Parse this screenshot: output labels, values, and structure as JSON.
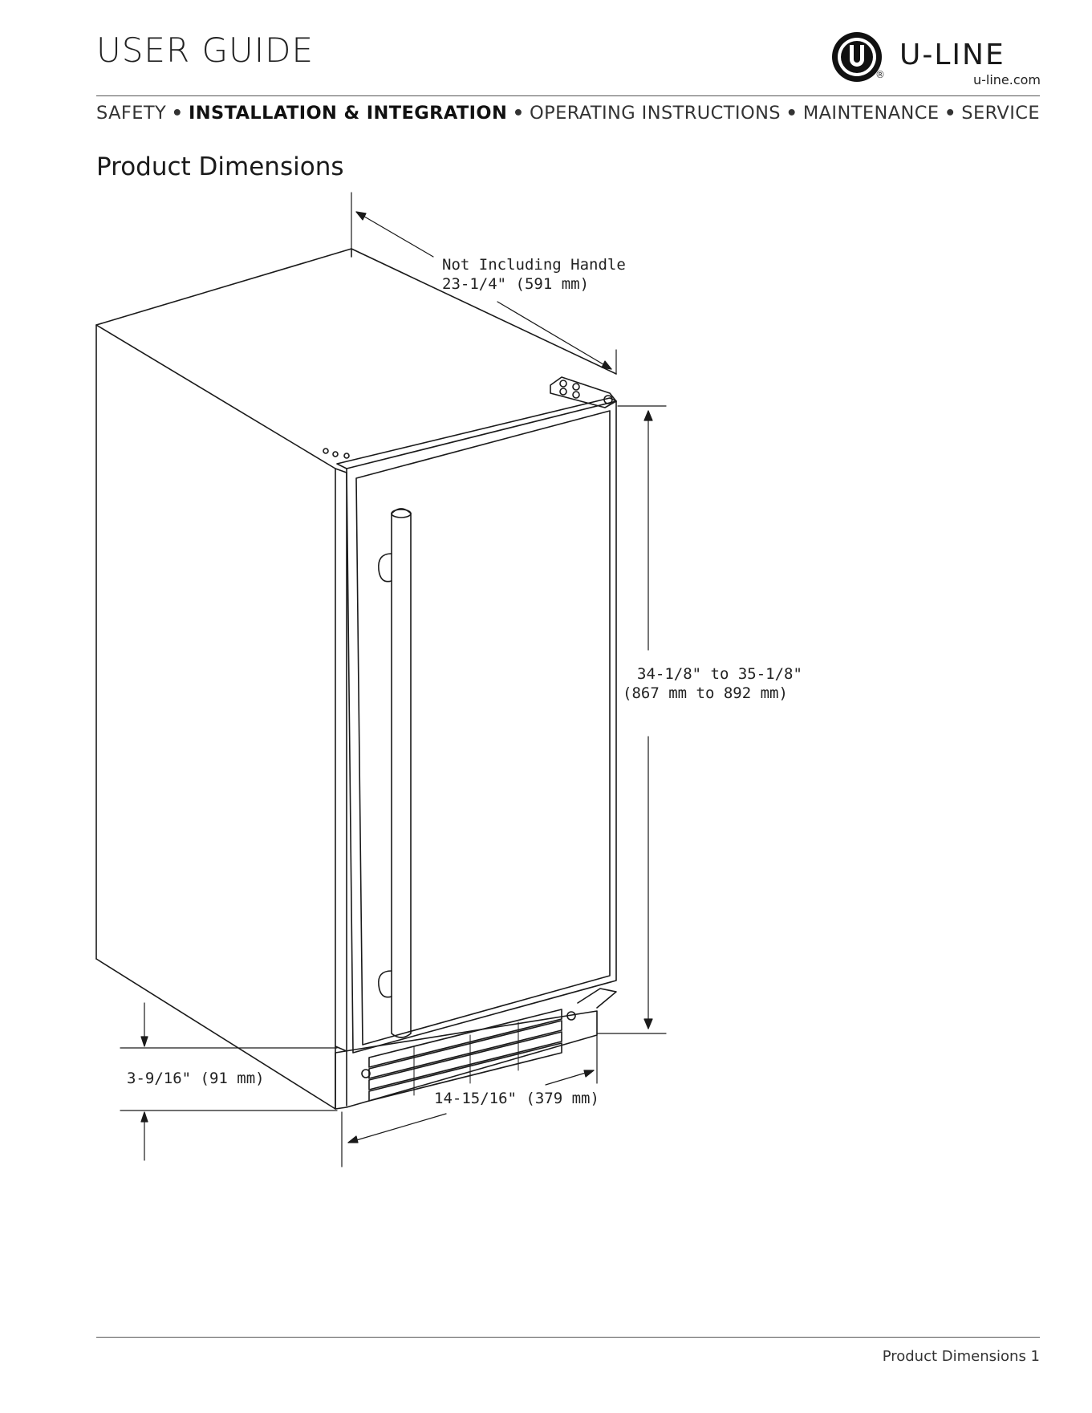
{
  "header": {
    "title": "USER GUIDE",
    "brand": "U-LINE",
    "registered_mark": "®",
    "url": "u-line.com"
  },
  "nav": {
    "items": [
      {
        "label": "SAFETY",
        "active": false
      },
      {
        "label": "INSTALLATION & INTEGRATION",
        "active": true
      },
      {
        "label": "OPERATING INSTRUCTIONS",
        "active": false
      },
      {
        "label": "MAINTENANCE",
        "active": false
      },
      {
        "label": "SERVICE",
        "active": false
      }
    ],
    "separator": "•"
  },
  "section": {
    "title": "Product Dimensions"
  },
  "dimensions": {
    "depth_line1": "Not Including Handle",
    "depth_line2": "23-1/4\" (591 mm)",
    "height_line1": "34-1/8\" to 35-1/8\"",
    "height_line2": "(867 mm to 892 mm)",
    "toe_kick": "3-9/16\" (91 mm)",
    "width": "14-15/16\" (379 mm)"
  },
  "footer": {
    "page_label": "Product Dimensions 1"
  },
  "colors": {
    "line": "#1a1a1a",
    "rule": "#555555"
  }
}
